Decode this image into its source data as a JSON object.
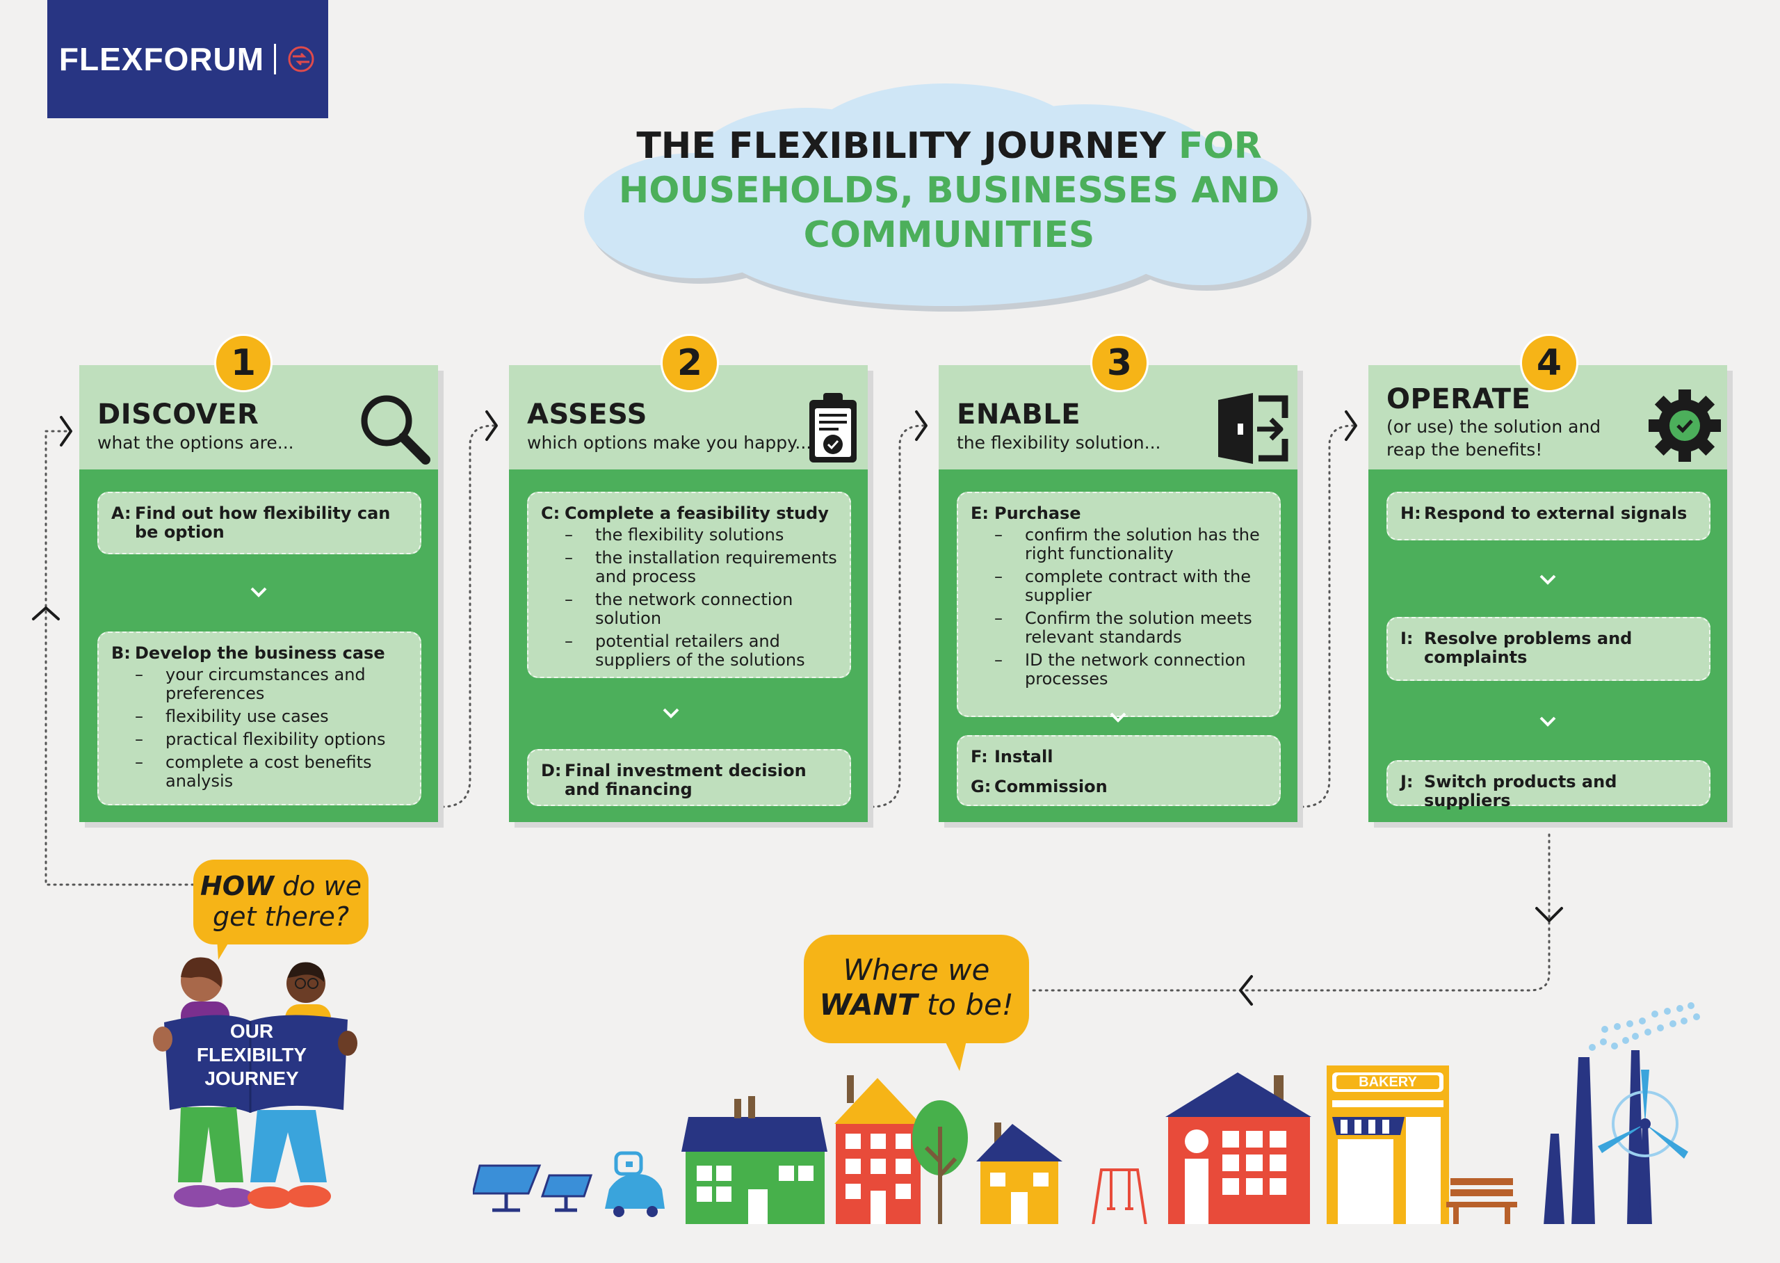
{
  "logo": {
    "text": "FLEXFORUM"
  },
  "title": {
    "line1_dark": "THE FLEXIBILITY JOURNEY",
    "line1_green": "FOR",
    "line2": "HOUSEHOLDS, BUSINESSES AND",
    "line3": "COMMUNITIES"
  },
  "colors": {
    "brand": "#283583",
    "green": "#4caf5b",
    "light_green": "#bfdfbd",
    "yellow": "#f6b417",
    "cloud": "#cfe6f6"
  },
  "stages": [
    {
      "number": "1",
      "title": "DISCOVER",
      "subtitle": "what the options are...",
      "icon": "magnifier-icon",
      "steps": [
        {
          "letter": "A:",
          "title": "Find out how flexibility can be option",
          "items": []
        },
        {
          "letter": "B:",
          "title": "Develop the business case",
          "items": [
            "your circumstances and preferences",
            "flexibility use cases",
            "practical flexibility options",
            "complete a cost benefits analysis"
          ]
        }
      ]
    },
    {
      "number": "2",
      "title": "ASSESS",
      "subtitle": "which options make you happy...",
      "icon": "clipboard-check-icon",
      "steps": [
        {
          "letter": "C:",
          "title": "Complete a feasibility study",
          "items": [
            "the flexibility solutions",
            "the installation requirements and process",
            "the network connection solution",
            "potential retailers and suppliers of the solutions"
          ]
        },
        {
          "letter": "D:",
          "title": "Final investment decision and financing",
          "items": []
        }
      ]
    },
    {
      "number": "3",
      "title": "ENABLE",
      "subtitle": "the flexibility solution...",
      "icon": "door-enter-icon",
      "steps": [
        {
          "letter": "E:",
          "title": "Purchase",
          "items": [
            "confirm the solution has the right functionality",
            "complete contract with the supplier",
            "Confirm the solution meets relevant standards",
            "ID the network connection processes"
          ]
        },
        {
          "letter": "F:",
          "title": "Install",
          "items": []
        },
        {
          "letter": "G:",
          "title": "Commission",
          "items": []
        }
      ]
    },
    {
      "number": "4",
      "title": "OPERATE",
      "subtitle": "(or use) the solution and reap the benefits!",
      "icon": "gear-check-icon",
      "steps": [
        {
          "letter": "H:",
          "title": "Respond to external signals",
          "items": []
        },
        {
          "letter": "I:",
          "title": "Resolve problems and complaints",
          "items": []
        },
        {
          "letter": "J:",
          "title": "Switch products and suppliers",
          "items": []
        }
      ]
    }
  ],
  "bubbles": {
    "how_line1_em": "HOW",
    "how_line1_rest": " do we",
    "how_line2": "get there?",
    "where_line1": "Where we",
    "where_line2_em": "WANT",
    "where_line2_rest": " to be!"
  },
  "map_sign": {
    "line1": "OUR",
    "line2": "FLEXIBILTY",
    "line3": "JOURNEY"
  },
  "bakery_sign": "BAKERY"
}
